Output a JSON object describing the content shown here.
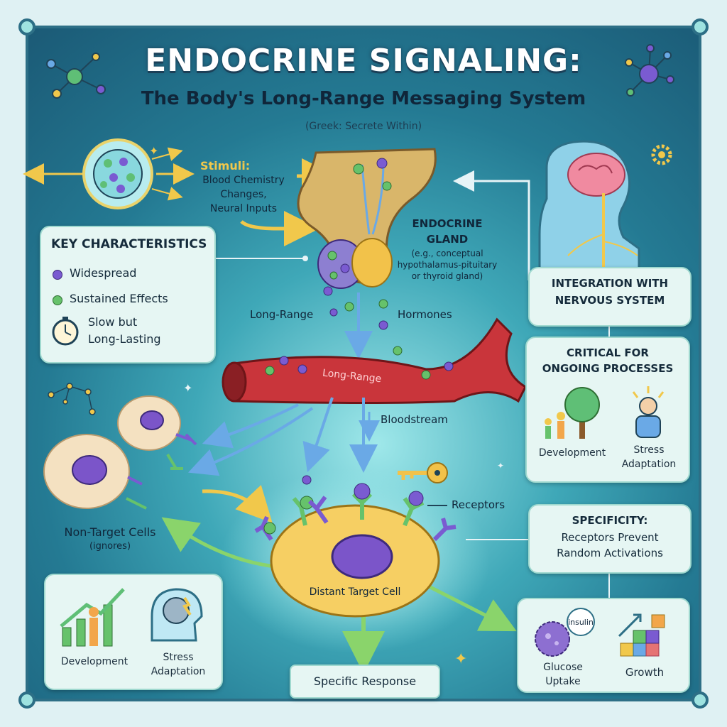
{
  "title": "ENDOCRINE SIGNALING:",
  "subtitle": "The Body's Long-Range Messaging System",
  "greek_note": "(Greek: Secrete Within)",
  "stimuli": {
    "heading": "Stimuli:",
    "line1": "Blood Chemistry",
    "line2": "Changes,",
    "line3": "Neural Inputs"
  },
  "gland": {
    "line1": "ENDOCRINE",
    "line2": "GLAND",
    "example1": "(e.g., conceptual",
    "example2": "hypothalamus-pituitary",
    "example3": "or thyroid gland)"
  },
  "key_characteristics": {
    "heading": "KEY CHARACTERISTICS",
    "items": [
      "Widespread",
      "Sustained Effects",
      "Slow but",
      "Long-Lasting"
    ]
  },
  "integration": {
    "line1": "INTEGRATION WITH",
    "line2": "NERVOUS SYSTEM"
  },
  "long_range_label": "Long-Range",
  "hormones_label": "Hormones",
  "vessel_label": "Long-Range",
  "bloodstream_label": "Bloodstream",
  "critical": {
    "line1": "CRITICAL FOR",
    "line2": "ONGOING PROCESSES",
    "development": "Development",
    "stress1": "Stress",
    "stress2": "Adaptation"
  },
  "non_target": {
    "label": "Non-Target Cells",
    "note": "(ignores)"
  },
  "receptors_label": "Receptors",
  "target_cell_label": "Distant Target Cell",
  "specificity": {
    "line1": "SPECIFICITY:",
    "line2": "Receptors Prevent",
    "line3": "Random Activations"
  },
  "bottom_left": {
    "development": "Development",
    "stress1": "Stress",
    "stress2": "Adaptation"
  },
  "specific_response": "Specific Response",
  "bottom_right": {
    "insulin": "insulin",
    "glucose1": "Glucose",
    "glucose2": "Uptake",
    "growth": "Growth"
  },
  "colors": {
    "vessel": "#c9353b",
    "cell": "#f6cf63",
    "nucleus": "#7b55c9",
    "hormone_purple": "#7a5bd1",
    "hormone_green": "#66c26b",
    "arrow_blue": "#6aa9e6",
    "arrow_green": "#8ad46b",
    "arrow_yellow": "#f1c84b"
  }
}
